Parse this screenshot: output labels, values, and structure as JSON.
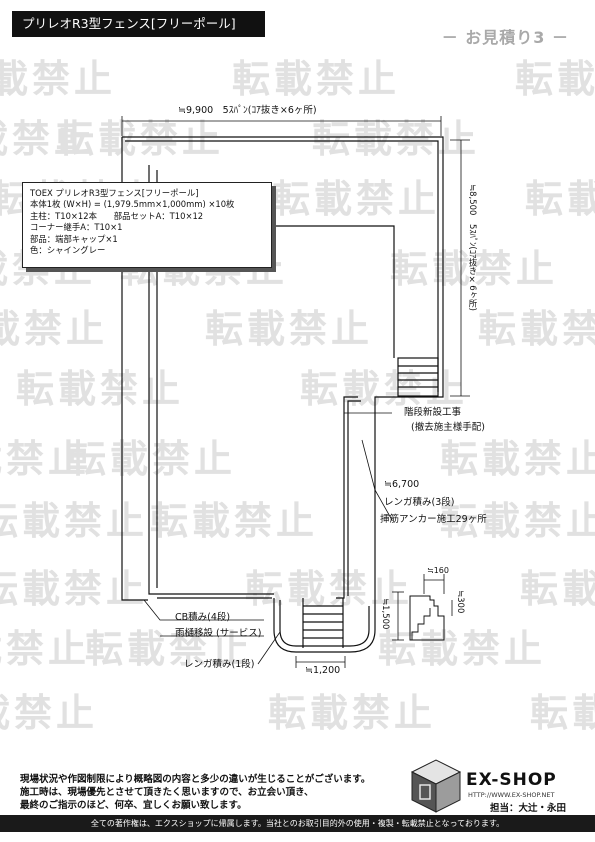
{
  "header": {
    "title": "プリレオR3型フェンス[フリーポール]",
    "quote_label": "－ お見積り3 －"
  },
  "watermark": "転載禁止",
  "spec": [
    "TOEX プリレオR3型フェンス[フリーポール]",
    "本体1枚 (W×H) = (1,979.5mm×1,000mm) ×10枚",
    "主柱：T10×12本　　部品セットA：T10×12",
    "コーナー継手A：T10×1",
    "部品：端部キャップ×1",
    "色：シャイングレー"
  ],
  "labels": {
    "top_dim": "≒9,900　5ｽﾊﾟﾝ(ｺｱ抜き×6ヶ所)",
    "right_dim": "≒8,500　5ｽﾊﾟﾝ(ｺｱ抜き×6ヶ所)",
    "stair_new": "階段新設工事",
    "stair_new_sub": "(撤去施主様手配)",
    "mid_dim": "≒6,700",
    "brick3": "レンガ積み(3段)",
    "anchor": "挿筋アンカー施工29ヶ所",
    "cb": "CB積み(4段)",
    "gutter": "雨樋移設 (サービス)",
    "brick1": "レンガ積み(1段)",
    "dim_1200": "≒1,200",
    "dim_1500": "≒1,500",
    "dim_160": "≒160",
    "dim_300": "≒300"
  },
  "notes": [
    "現場状況や作図制限により概略図の内容と多少の違いが生じることがございます。",
    "施工時は、現場優先とさせて頂きたく思いますので、お立会い頂き、",
    "最終のご指示のほど、何卒、宜しくお願い致します。"
  ],
  "company": {
    "name": "EX-SHOP",
    "url": "HTTP://WWW.EX-SHOP.NET",
    "staff": "担当：大辻・永田"
  },
  "footer": "全ての著作権は、エクスショップに帰属します。当社とのお取引目的外の使用・複製・転載禁止となっております。"
}
